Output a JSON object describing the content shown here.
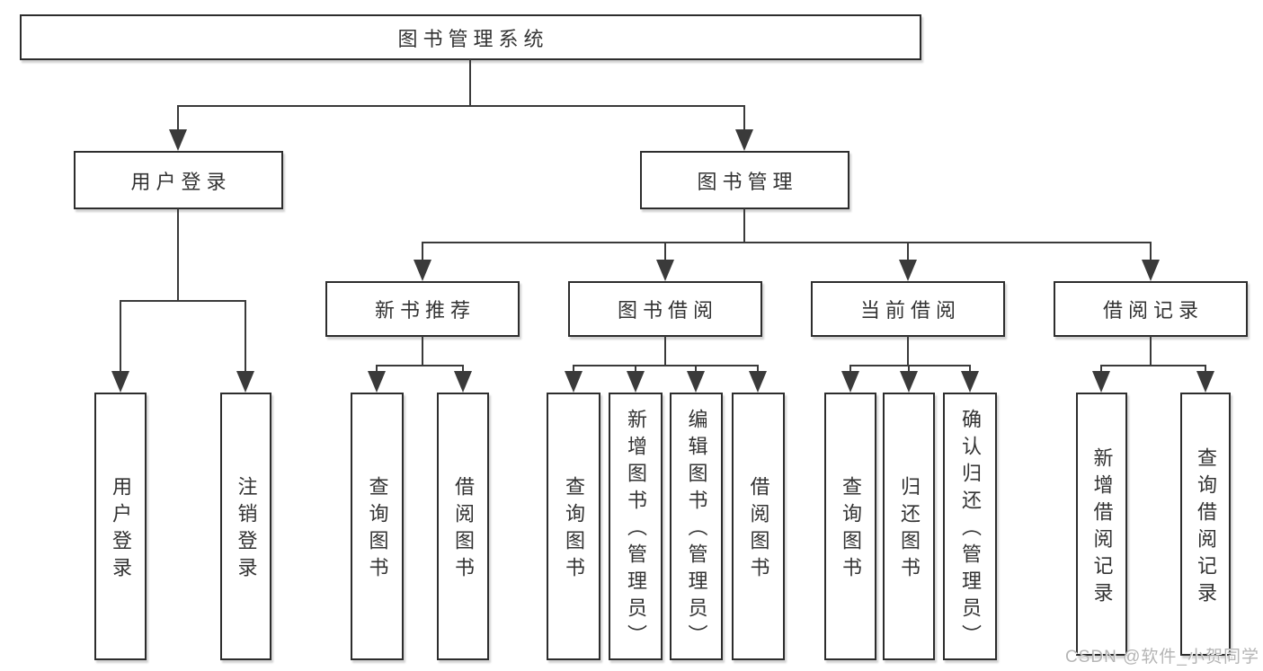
{
  "diagram": {
    "root": {
      "label": "图书管理系统"
    },
    "level2": [
      {
        "label": "用户登录"
      },
      {
        "label": "图书管理"
      }
    ],
    "level3": [
      {
        "label": "新书推荐",
        "parent": "图书管理"
      },
      {
        "label": "图书借阅",
        "parent": "图书管理"
      },
      {
        "label": "当前借阅",
        "parent": "图书管理"
      },
      {
        "label": "借阅记录",
        "parent": "图书管理"
      }
    ],
    "leaves": [
      {
        "label": "用户登录",
        "parent": "用户登录"
      },
      {
        "label": "注销登录",
        "parent": "用户登录"
      },
      {
        "label": "查询图书",
        "parent": "新书推荐"
      },
      {
        "label": "借阅图书",
        "parent": "新书推荐"
      },
      {
        "label": "查询图书",
        "parent": "图书借阅"
      },
      {
        "label": "新增图书（管理员）",
        "parent": "图书借阅"
      },
      {
        "label": "编辑图书（管理员）",
        "parent": "图书借阅"
      },
      {
        "label": "借阅图书",
        "parent": "图书借阅"
      },
      {
        "label": "查询图书",
        "parent": "当前借阅"
      },
      {
        "label": "归还图书",
        "parent": "当前借阅"
      },
      {
        "label": "确认归还（管理员）",
        "parent": "当前借阅"
      },
      {
        "label": "新增借阅记录",
        "parent": "借阅记录"
      },
      {
        "label": "查询借阅记录",
        "parent": "借阅记录"
      }
    ],
    "colors": {
      "line": "#3a3a3a",
      "border": "#2d2d2d",
      "text": "#333333",
      "background": "#ffffff",
      "watermark": "#b5b5b5"
    }
  },
  "watermark": {
    "text": "CSDN @软件_小贺同学"
  }
}
